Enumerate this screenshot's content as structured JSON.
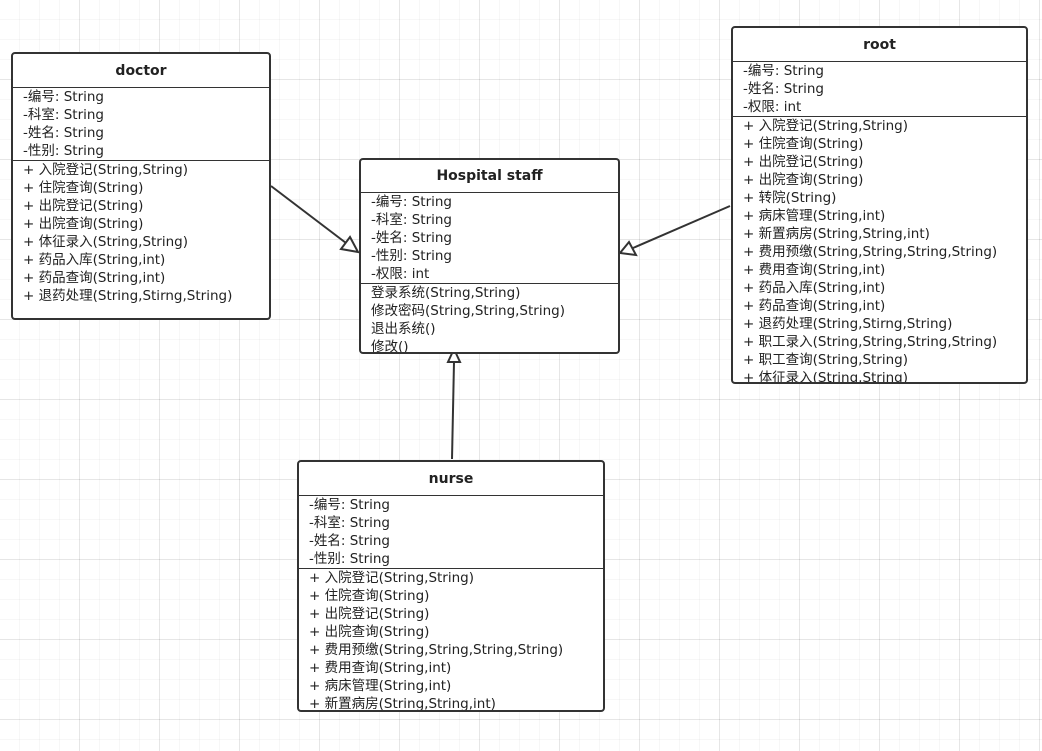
{
  "classes": {
    "doctor": {
      "name": "doctor",
      "attributes": [
        "-编号: String",
        "-科室: String",
        "-姓名: String",
        "-性别: String"
      ],
      "methods": [
        "+ 入院登记(String,String)",
        "+ 住院查询(String)",
        "+ 出院登记(String)",
        "+ 出院查询(String)",
        "+ 体征录入(String,String)",
        "+ 药品入库(String,int)",
        "+ 药品查询(String,int)",
        "+ 退药处理(String,Stirng,String)"
      ]
    },
    "staff": {
      "name": "Hospital staff",
      "attributes": [
        "-编号: String",
        "-科室: String",
        "-姓名: String",
        "-性别: String",
        "-权限: int"
      ],
      "methods": [
        "登录系统(String,String)",
        "修改密码(String,String,String)",
        "退出系统()",
        "修改()"
      ]
    },
    "root": {
      "name": "root",
      "attributes": [
        "-编号: String",
        "-姓名: String",
        "-权限: int"
      ],
      "methods": [
        "+ 入院登记(String,String)",
        "+ 住院查询(String)",
        "+ 出院登记(String)",
        "+ 出院查询(String)",
        "+ 转院(String)",
        "+ 病床管理(String,int)",
        "+ 新置病房(String,String,int)",
        "+ 费用预缴(String,String,String,String)",
        "+ 费用查询(String,int)",
        "+ 药品入库(String,int)",
        "+ 药品查询(String,int)",
        "+ 退药处理(String,Stirng,String)",
        "+ 职工录入(String,String,String,String)",
        "+ 职工查询(String,String)",
        "+ 体征录入(String,String)"
      ]
    },
    "nurse": {
      "name": "nurse",
      "attributes": [
        "-编号: String",
        "-科室: String",
        "-姓名: String",
        "-性别: String"
      ],
      "methods": [
        "+ 入院登记(String,String)",
        "+ 住院查询(String)",
        "+ 出院登记(String)",
        "+ 出院查询(String)",
        "+ 费用预缴(String,String,String,String)",
        "+ 费用查询(String,int)",
        "+ 病床管理(String,int)",
        "+ 新置病房(String,String,int)"
      ]
    }
  }
}
